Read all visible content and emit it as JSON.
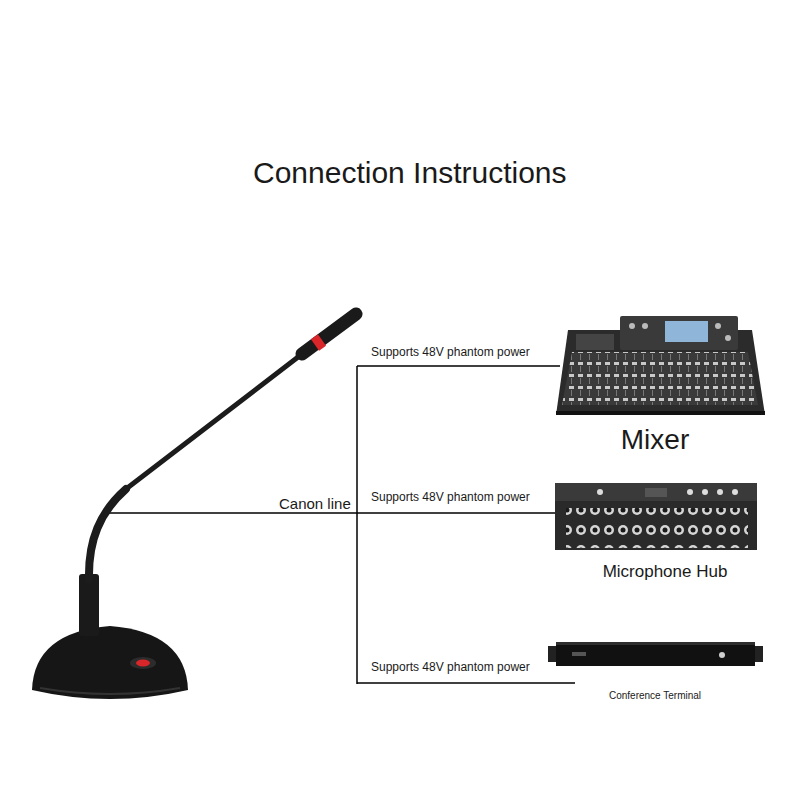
{
  "diagram": {
    "title": "Connection Instructions",
    "nodes": [
      {
        "text": [
          "Mixer"
        ]
      },
      {
        "text": [
          "Microphone Hub"
        ]
      },
      {
        "text": [
          "Conference Terminal"
        ]
      }
    ],
    "labels": [
      "Canon line",
      "Supports 48V phantom power",
      "Supports 48V phantom power",
      "Supports 48V phantom power"
    ]
  }
}
